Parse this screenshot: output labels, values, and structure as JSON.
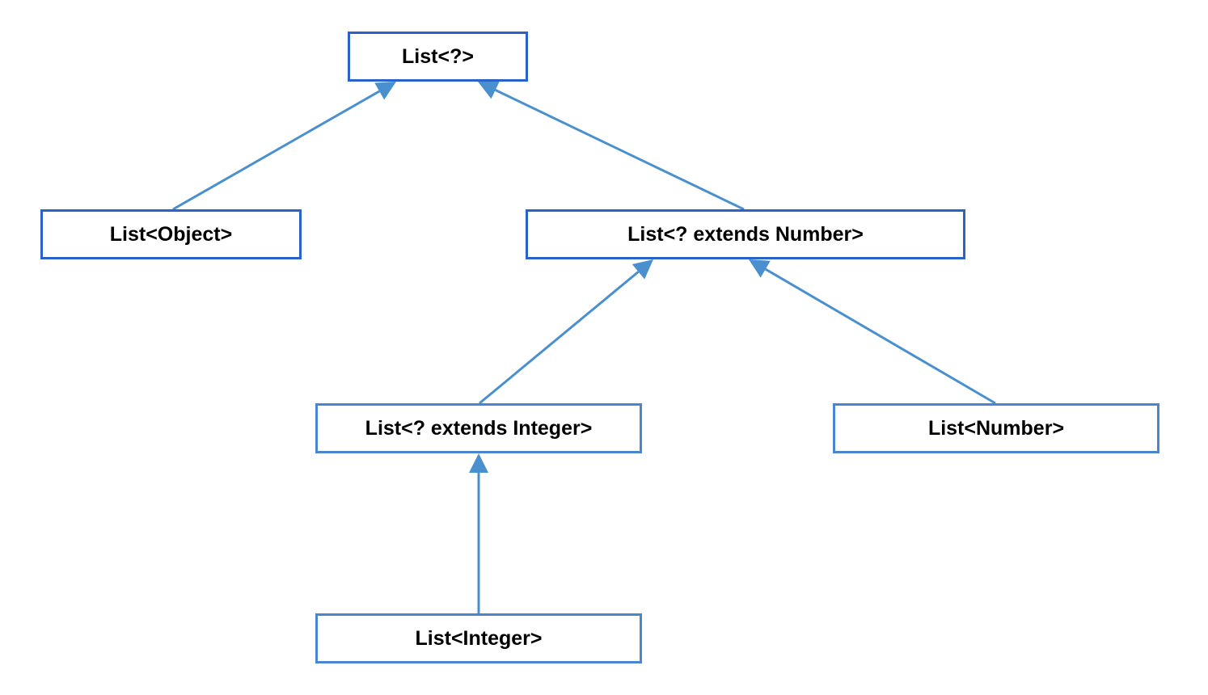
{
  "colors": {
    "node_border": "#2a63c8",
    "edge": "#4a8fce",
    "text": "#000000",
    "background": "#ffffff"
  },
  "nodes": {
    "list_wildcard": "List<?>",
    "list_object": "List<Object>",
    "list_extends_number": "List<? extends Number>",
    "list_extends_integer": "List<? extends Integer>",
    "list_number": "List<Number>",
    "list_integer": "List<Integer>"
  },
  "edges": [
    {
      "from": "list_object",
      "to": "list_wildcard"
    },
    {
      "from": "list_extends_number",
      "to": "list_wildcard"
    },
    {
      "from": "list_extends_integer",
      "to": "list_extends_number"
    },
    {
      "from": "list_number",
      "to": "list_extends_number"
    },
    {
      "from": "list_integer",
      "to": "list_extends_integer"
    }
  ]
}
